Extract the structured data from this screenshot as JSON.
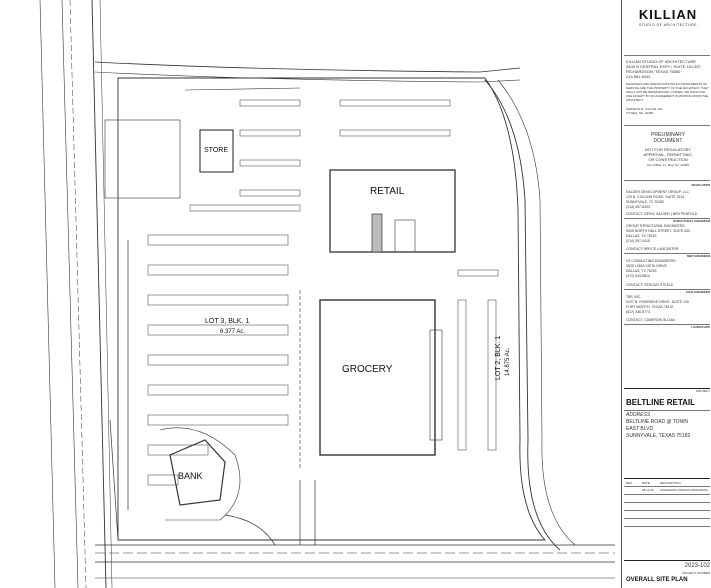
{
  "plan": {
    "labels": {
      "store": "STORE",
      "retail": "RETAIL",
      "grocery": "GROCERY",
      "bank": "BANK",
      "lot3": "LOT 3, BLK. 1",
      "lot3_area": "6.377 Ac.",
      "lot2": "LOT 2, BLK. 1",
      "lot2_area": "14.875 Ac."
    }
  },
  "titleblock": {
    "logo": "KILLIAN",
    "logo_sub": "STUDIO OF ARCHITECTURE",
    "firm": "KILLIAN STUDIO OF ARCHITECTURE",
    "firm_address": "3400 N CENTRAL EXPY | SUITE 110-307",
    "firm_city": "RICHARDSON, TEXAS 75080",
    "firm_phone": "214.561.6042",
    "notice": "DRAWINGS AND SPECIFICATIONS AS INSTRUMENTS OF SERVICE ARE THE PROPERTY OF THE ARCHITECT. THEY SHALL NOT BE REPRODUCED, COPIED, OR SOLD FOR USE EXCEPT BY AN AGREEMENT IN WRITING FROM THE ARCHITECT.",
    "architect": "KENNETH R. KILLIAN, AIA",
    "license": "TX REG. NO. 20489",
    "prelim_1": "PRELIMINARY",
    "prelim_2": "DOCUMENT",
    "prelim_3": "NOT FOR REGULATORY",
    "prelim_4": "APPROVAL, PERMITTING,",
    "prelim_5": "OR CONSTRUCTION",
    "prelim_6": "Ken Killian, Tx. Reg. No. 20489",
    "dev_role": "DEVELOPER",
    "dev_name": "SALDER DEVELOPMENT GROUP, LLC",
    "dev_addr": "129 N. COLLINS ROAD, SUITE 3103",
    "dev_city": "SUNNYVALE, TX 75182",
    "dev_phone": "(214) 457-8493",
    "dev_contact": "CONTACT: DERIC SALSER | BEN PENFOLD",
    "struct_role": "STRUCTURAL ENGINEER",
    "struct_name": "GROUP STRUCTURAL ENGINEERS",
    "struct_addr": "9535 NORTH HALL STREET, SUITE 620",
    "struct_city": "DALLAS, TX 75219",
    "struct_phone": "(214) 397-0415",
    "struct_contact": "CONTACT: BRYCE LANCASTER",
    "mep_role": "MEP ENGINEER",
    "mep_name": "V3 CONSULTING ENGINEERS",
    "mep_addr": "3535 LOMA VISTA DRIVE",
    "mep_city": "DALLAS, TX 75243",
    "mep_phone": "(972) 643-8814",
    "mep_contact": "CONTACT: STROUD STEELE",
    "civil_role": "CIVIL ENGINEER",
    "civil_name": "TBP, INC.",
    "civil_addr": "5237 N. RIVERSIDE DRIVE, SUITE 100",
    "civil_city": "FORT WORTH, TEXAS 76137",
    "civil_phone": "(817) 336-5773",
    "civil_contact": "CONTACT: CAMERON SLOAN",
    "land_role": "LANDSCAPE",
    "project_tag": "PROJECT",
    "project_title": "BELTLINE RETAIL",
    "address_label": "ADDRESS",
    "address_1": "BELTLINE ROAD @ TOWN",
    "address_2": "EAST BLVD",
    "address_3": "SUNNYVALE, TEXAS 75182",
    "rev_col_1": "REV.",
    "rev_col_2": "DATE",
    "rev_col_3": "DESCRIPTION",
    "rev_row_date": "08.12.20",
    "rev_row_desc": "SCHEMATIC DESIGN PROGRESS",
    "project_number": "2023-102",
    "project_number_label": "PROJECT NUMBER",
    "sheet_title": "OVERALL SITE PLAN"
  }
}
